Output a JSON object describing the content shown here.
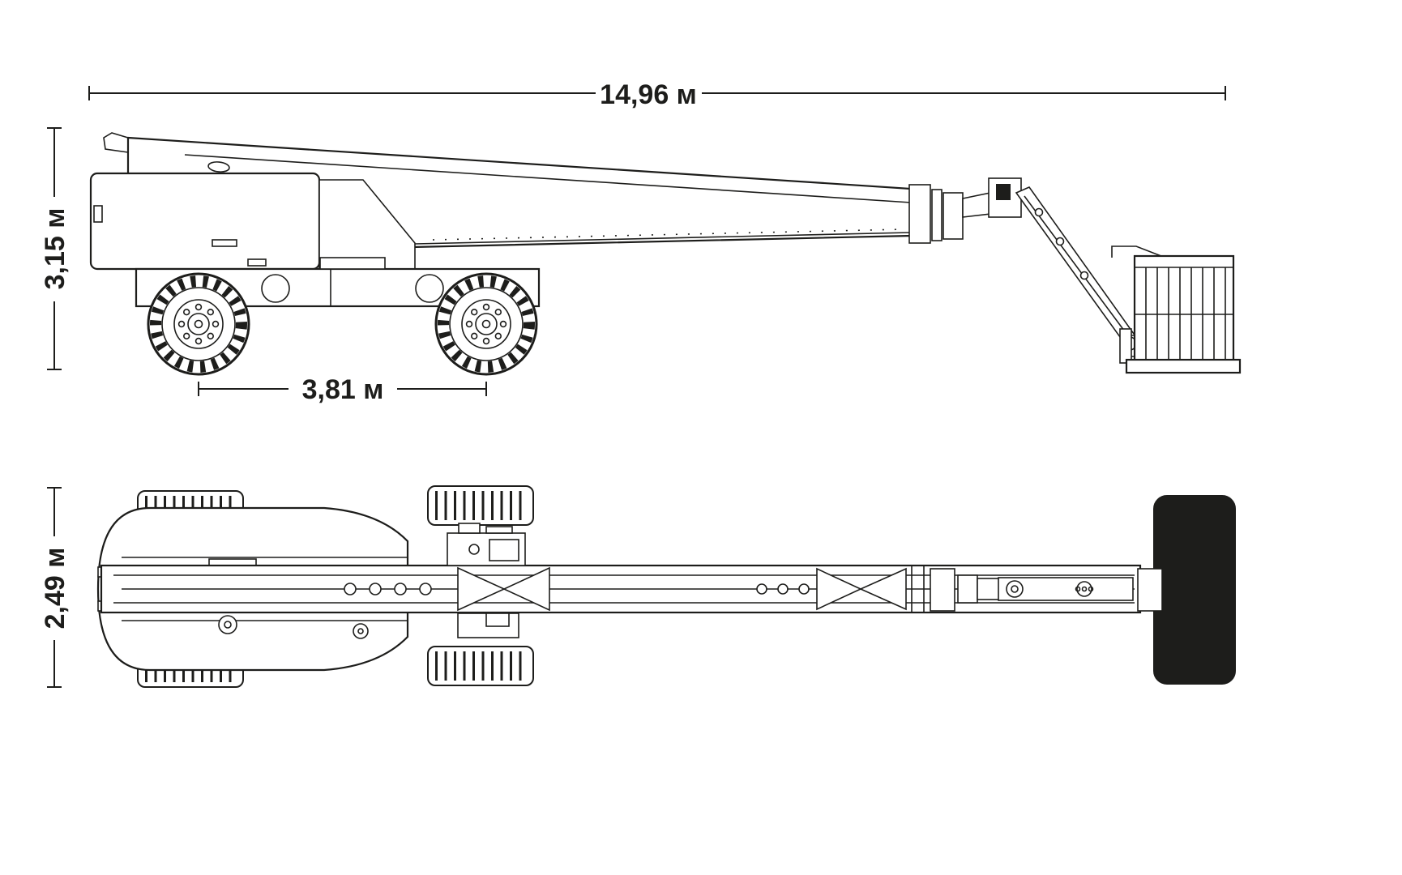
{
  "diagram": {
    "dimensions": {
      "overall_length": {
        "label": "14,96 м"
      },
      "overall_height": {
        "label": "3,15 м"
      },
      "wheelbase": {
        "label": "3,81 м"
      },
      "overall_width": {
        "label": "2,49 м"
      }
    },
    "colors": {
      "line": "#1d1d1b",
      "background": "#ffffff",
      "platform_fill": "#1d1d1b"
    }
  }
}
